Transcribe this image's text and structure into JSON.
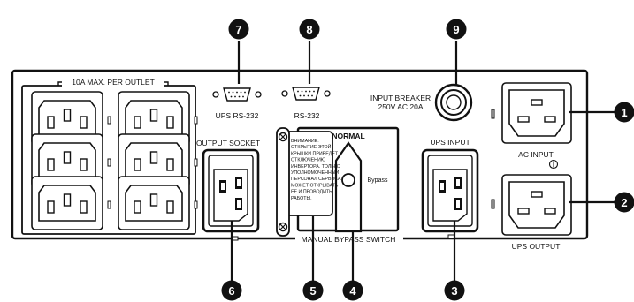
{
  "labels": {
    "outlet_group": "10A MAX. PER OUTLET",
    "ups_rs232": "UPS RS-232",
    "rs232": "RS-232",
    "input_breaker_line1": "INPUT BREAKER",
    "input_breaker_line2": "250V AC 20A",
    "output_socket": "OUTPUT SOCKET",
    "normal": "NORMAL",
    "bypass": "Bypass",
    "manual_bypass_switch": "MANUAL BYPASS SWITCH",
    "ups_input": "UPS INPUT",
    "ac_input": "AC INPUT",
    "ups_output": "UPS OUTPUT"
  },
  "warning_text": [
    "ВНИМАНИЕ:",
    "ОТКРЫТИЕ ЭТОЙ",
    "КРЫШКИ ПРИВЕДЕТ К",
    "ОТКЛЮЧЕНИЮ",
    "ИНВЕРТОРА. ТОЛЬКО",
    "УПОЛНОМОЧЕННЫЙ",
    "ПЕРСОНАЛ СЕРВИСА",
    "МОЖЕТ ОТКРЫВАТЬ",
    "ЕЕ И ПРОВОДИТЬ",
    "РАБОТЫ."
  ],
  "callouts": {
    "c1": "1",
    "c2": "2",
    "c3": "3",
    "c4": "4",
    "c5": "5",
    "c6": "6",
    "c7": "7",
    "c8": "8",
    "c9": "9"
  },
  "icons": {
    "ground_symbol": "protective-earth-icon"
  }
}
